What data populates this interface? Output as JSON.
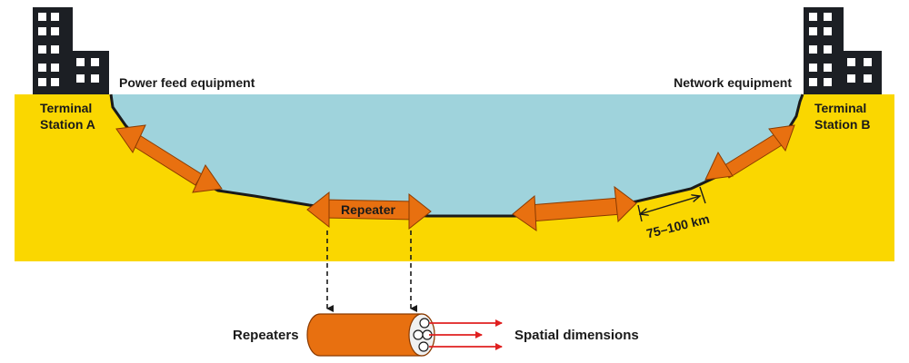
{
  "terminal_a": {
    "label_line1": "Terminal",
    "label_line2": "Station A"
  },
  "terminal_b": {
    "label_line1": "Terminal",
    "label_line2": "Station B"
  },
  "power_feed_label": "Power feed equipment",
  "network_label": "Network equipment",
  "repeater_label": "Repeater",
  "spacing_label": "75–100 km",
  "repeaters_label": "Repeaters",
  "spatial_label": "Spatial dimensions",
  "colors": {
    "seabed": "#fad700",
    "water": "#9fd3dc",
    "arrow": "#e87010",
    "arrow_outline": "#8a3a00",
    "building": "#1c1f24",
    "cable": "#1a1a1a",
    "fiber_arrow": "#e02020"
  },
  "icons": [
    "building-icon",
    "cable-cross-section-icon"
  ]
}
